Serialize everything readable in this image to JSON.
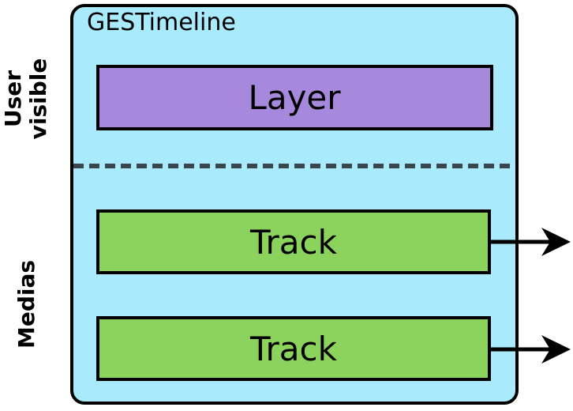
{
  "diagram": {
    "title": "GESTimeline",
    "layer": {
      "label": "Layer"
    },
    "tracks": [
      {
        "label": "Track"
      },
      {
        "label": "Track"
      }
    ],
    "side_labels": {
      "user_visible_line1": "User",
      "user_visible_line2": "visible",
      "medias": "Medias"
    },
    "colors": {
      "timeline_bg": "#a9eafc",
      "layer_fill": "#a688dd",
      "track_fill": "#8bd35c",
      "divider": "#3a474f",
      "border": "#000000",
      "arrow": "#000000"
    }
  }
}
